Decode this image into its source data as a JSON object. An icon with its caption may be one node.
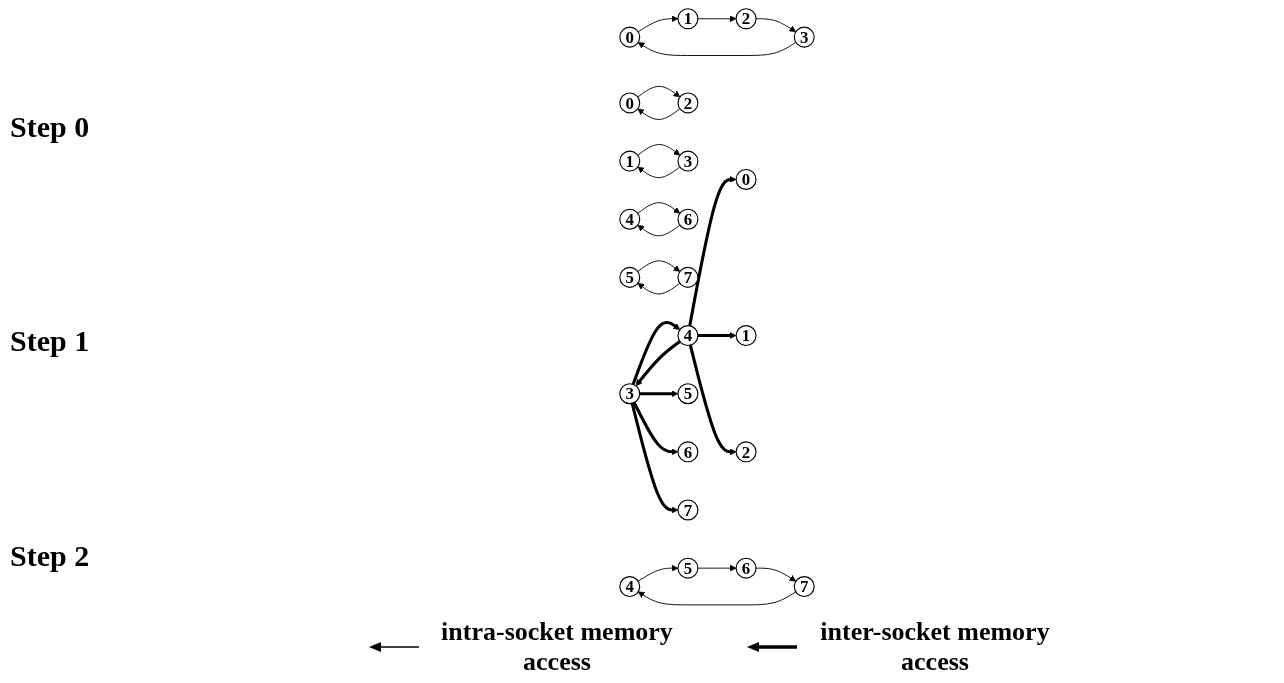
{
  "diagram": {
    "nodes": [
      {
        "text": [
          "0"
        ]
      },
      {
        "text": [
          "1"
        ]
      },
      {
        "text": [
          "2"
        ]
      },
      {
        "text": [
          "3"
        ]
      },
      {
        "text": [
          "4"
        ]
      },
      {
        "text": [
          "5"
        ]
      },
      {
        "text": [
          "6"
        ]
      },
      {
        "text": [
          "7"
        ]
      },
      {
        "text": [
          "0"
        ]
      },
      {
        "text": [
          "1"
        ]
      },
      {
        "text": [
          "2"
        ]
      },
      {
        "text": [
          "3"
        ]
      },
      {
        "text": [
          "4"
        ]
      },
      {
        "text": [
          "5"
        ]
      },
      {
        "text": [
          "6"
        ]
      },
      {
        "text": [
          "7"
        ]
      },
      {
        "text": [
          "0"
        ]
      },
      {
        "text": [
          "1"
        ]
      },
      {
        "text": [
          "2"
        ]
      },
      {
        "text": [
          "3"
        ]
      },
      {
        "text": [
          "4"
        ]
      },
      {
        "text": [
          "5"
        ]
      },
      {
        "text": [
          "6"
        ]
      },
      {
        "text": [
          "7"
        ]
      }
    ],
    "edges": [
      {
        "from": 0,
        "to": 1,
        "arrow": "to"
      },
      {
        "from": 1,
        "to": 2,
        "arrow": "to"
      },
      {
        "from": 2,
        "to": 3,
        "arrow": "to"
      },
      {
        "from": 3,
        "to": 0,
        "arrow": "to"
      },
      {
        "from": 4,
        "to": 5,
        "arrow": "to"
      },
      {
        "from": 5,
        "to": 6,
        "arrow": "to"
      },
      {
        "from": 6,
        "to": 7,
        "arrow": "to"
      },
      {
        "from": 7,
        "to": 4,
        "arrow": "to"
      },
      {
        "from": 8,
        "to": 10,
        "arrow": "to"
      },
      {
        "from": 9,
        "to": 11,
        "arrow": "to"
      },
      {
        "from": 10,
        "to": 8,
        "arrow": "to"
      },
      {
        "from": 11,
        "to": 9,
        "arrow": "to"
      },
      {
        "from": 12,
        "to": 14,
        "arrow": "to"
      },
      {
        "from": 13,
        "to": 15,
        "arrow": "to"
      },
      {
        "from": 14,
        "to": 12,
        "arrow": "to"
      },
      {
        "from": 15,
        "to": 13,
        "arrow": "to"
      },
      {
        "from": 20,
        "to": 16,
        "arrow": "to",
        "style": "thick"
      },
      {
        "from": 20,
        "to": 17,
        "arrow": "to",
        "style": "thick"
      },
      {
        "from": 20,
        "to": 18,
        "arrow": "to",
        "style": "thick"
      },
      {
        "from": 20,
        "to": 19,
        "arrow": "to",
        "style": "thick"
      },
      {
        "from": 19,
        "to": 20,
        "arrow": "to",
        "style": "thick"
      },
      {
        "from": 19,
        "to": 21,
        "arrow": "to",
        "style": "thick"
      },
      {
        "from": 19,
        "to": 22,
        "arrow": "to",
        "style": "thick"
      },
      {
        "from": 19,
        "to": 23,
        "arrow": "to",
        "style": "thick"
      }
    ],
    "labels": [
      "Step 0",
      "Step 1",
      "Step 2"
    ],
    "legend": [
      {
        "text": "intra-socket memory access"
      },
      {
        "text": "inter-socket memory access"
      }
    ]
  }
}
